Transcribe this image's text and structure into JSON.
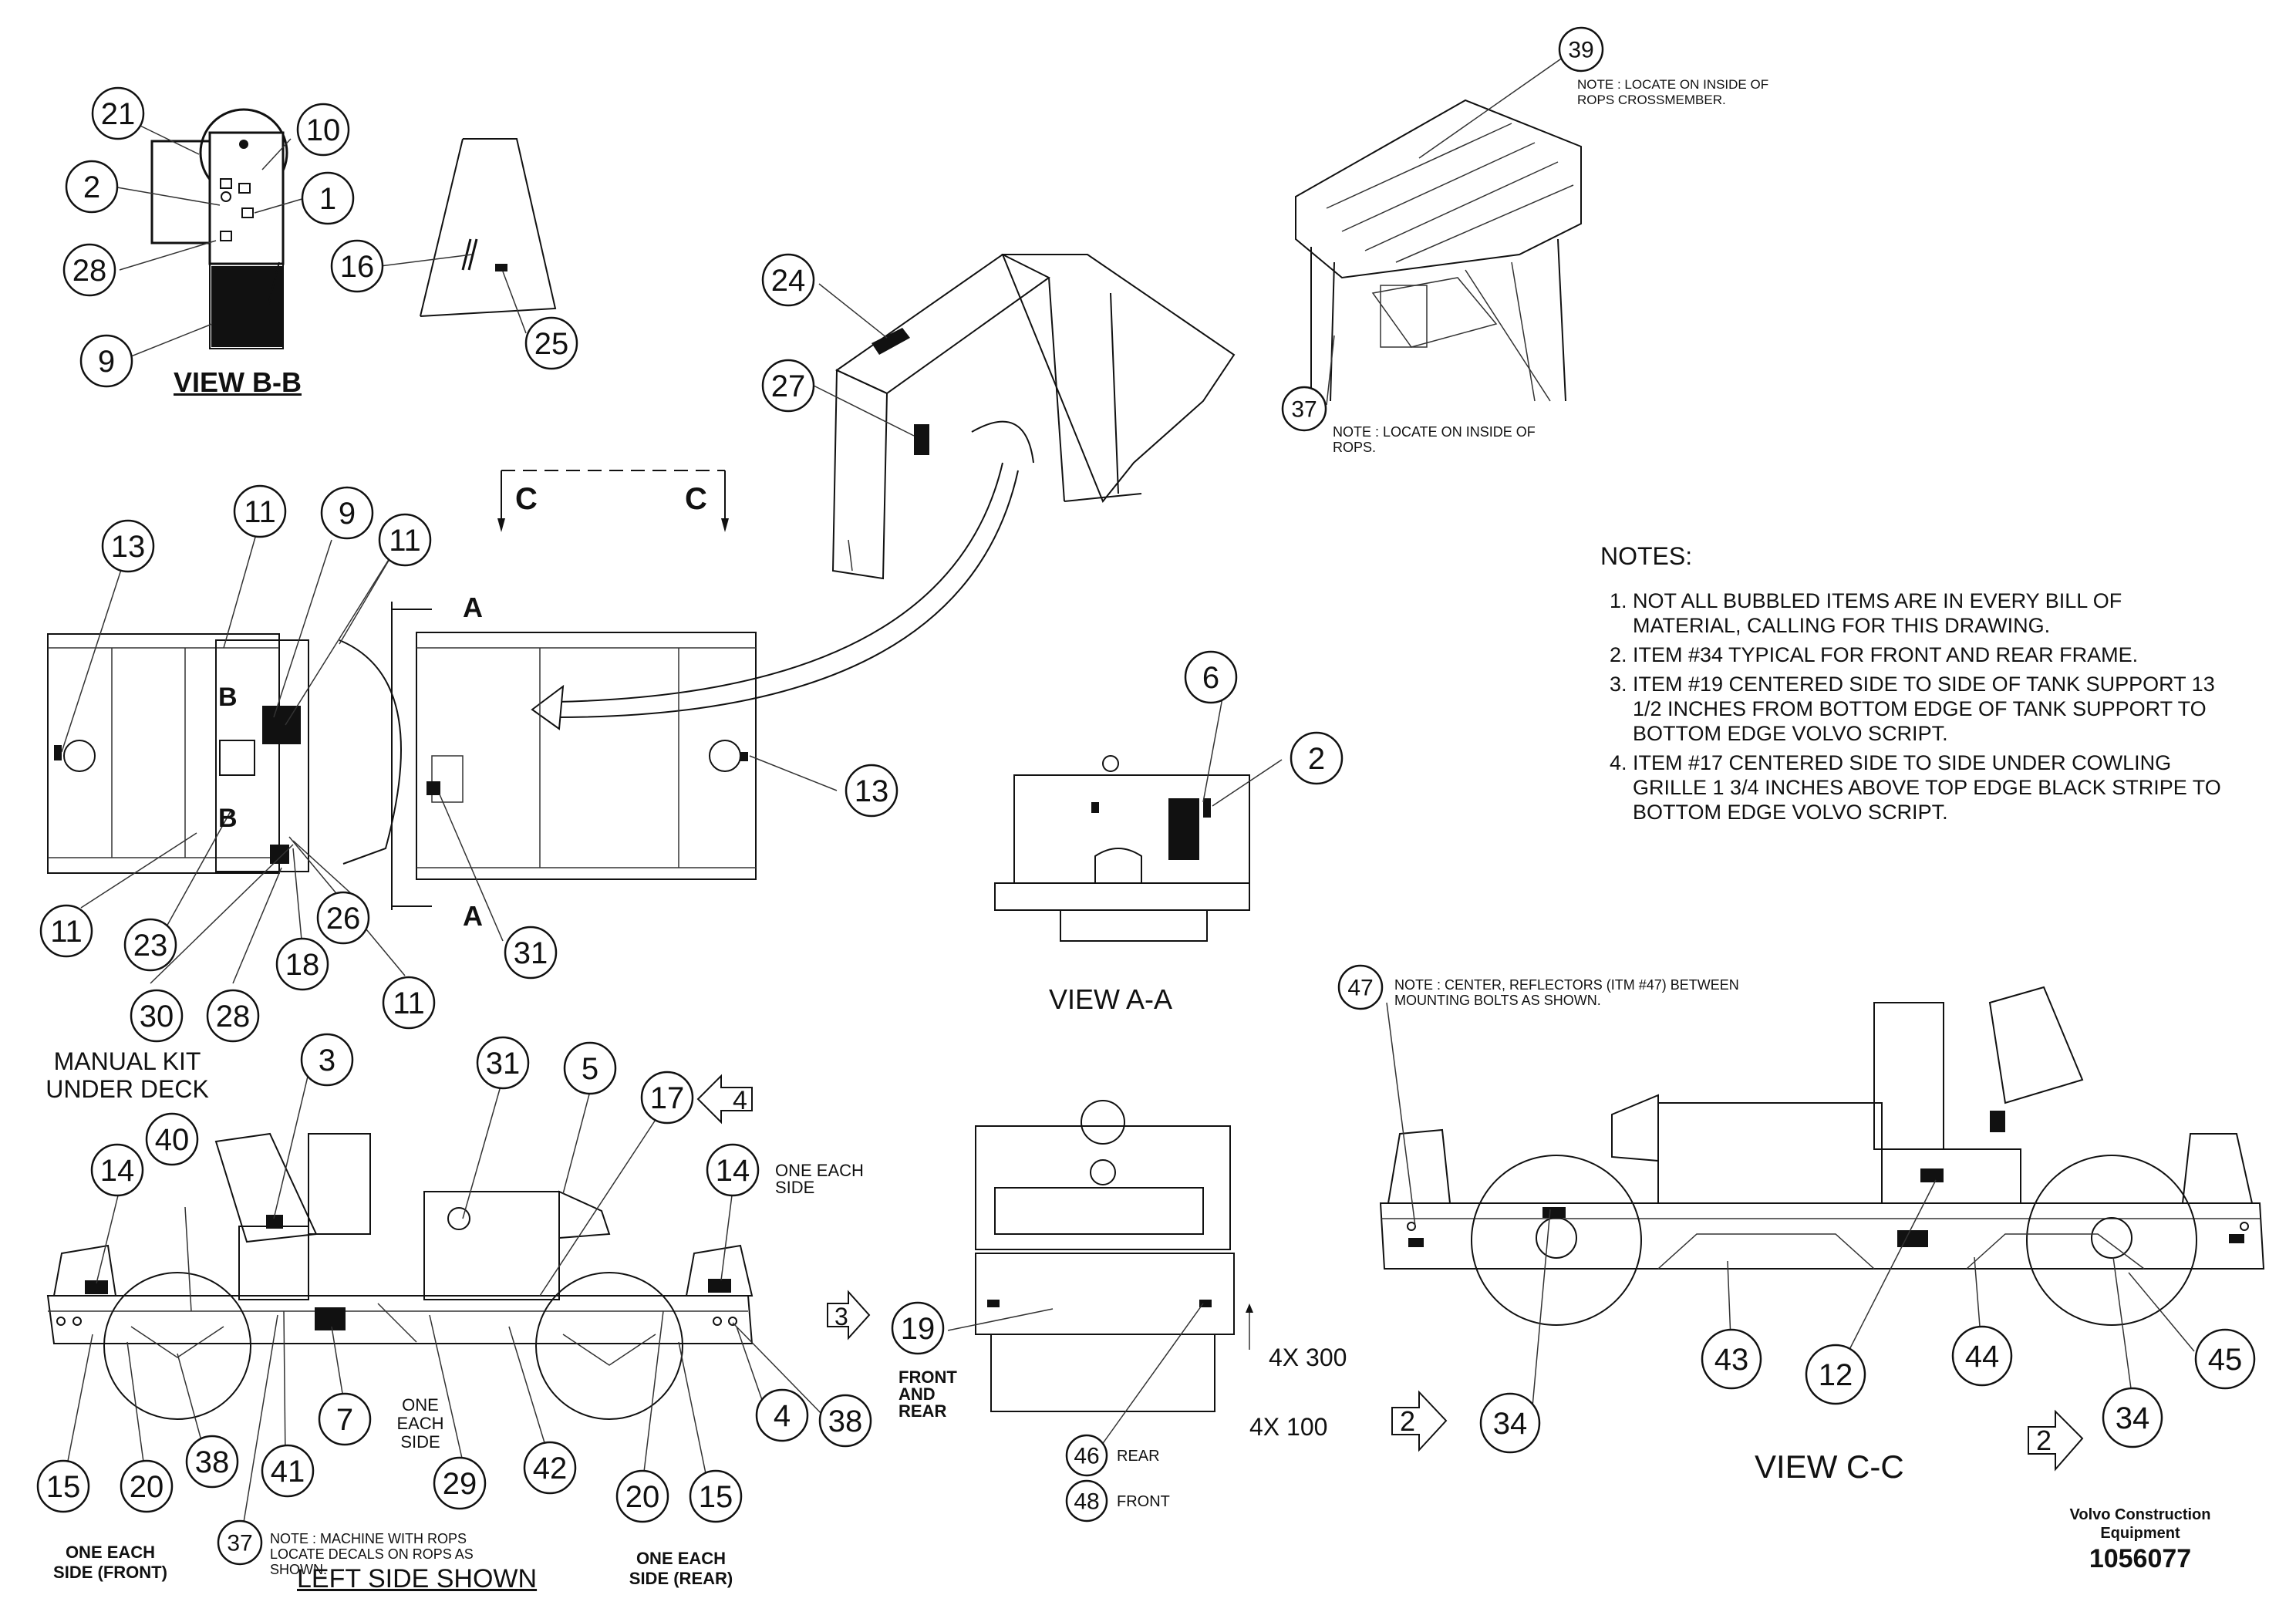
{
  "bubbles": [
    "39",
    "37",
    "21",
    "10",
    "2",
    "1",
    "28",
    "9",
    "16",
    "25",
    "24",
    "27",
    "13",
    "11",
    "9",
    "11",
    "13",
    "6",
    "2",
    "11",
    "23",
    "26",
    "31",
    "11",
    "30",
    "28",
    "18",
    "47",
    "3",
    "31",
    "5",
    "17",
    "14",
    "40",
    "14",
    "4",
    "7",
    "15",
    "20",
    "38",
    "41",
    "29",
    "42",
    "20",
    "15",
    "38",
    "19",
    "46",
    "48",
    "37",
    "34",
    "43",
    "12",
    "44",
    "45",
    "34"
  ],
  "views": {
    "view_bb": "VIEW B-B",
    "view_aa": "VIEW A-A",
    "view_cc": "VIEW C-C",
    "left_side": "LEFT SIDE SHOWN",
    "section_c": "C",
    "section_a": "A",
    "section_b": "B"
  },
  "notes": {
    "heading": "NOTES:",
    "items": [
      "NOT ALL BUBBLED ITEMS ARE IN EVERY BILL OF MATERIAL, CALLING FOR THIS DRAWING.",
      "ITEM #34 TYPICAL FOR FRONT AND REAR FRAME.",
      "ITEM #19 CENTERED SIDE TO SIDE OF TANK SUPPORT 13 1/2 INCHES FROM BOTTOM EDGE OF TANK SUPPORT TO BOTTOM EDGE VOLVO SCRIPT.",
      "ITEM #17 CENTERED SIDE TO SIDE UNDER COWLING GRILLE 1 3/4 INCHES ABOVE TOP EDGE BLACK STRIPE TO BOTTOM EDGE VOLVO SCRIPT."
    ]
  },
  "annotations": {
    "note_39": "NOTE : LOCATE ON INSIDE OF ROPS CROSSMEMBER.",
    "note_37_top": "NOTE : LOCATE ON INSIDE OF ROPS.",
    "note_47": "NOTE : CENTER, REFLECTORS (ITM #47) BETWEEN MOUNTING BOLTS AS SHOWN.",
    "note_37_bottom": "NOTE : MACHINE WITH ROPS LOCATE DECALS ON ROPS AS SHOWN.",
    "manual_kit": "MANUAL KIT UNDER DECK",
    "one_each_side": "ONE EACH SIDE",
    "one_each_side_front": "ONE EACH SIDE (FRONT)",
    "one_each_side_rear": "ONE EACH SIDE (REAR)",
    "front_and_rear": "FRONT AND REAR",
    "dim_300": "4X 300",
    "dim_100": "4X 100",
    "rear": "REAR",
    "front": "FRONT",
    "flag_4": "4",
    "flag_3": "3",
    "flag_2": "2"
  },
  "title_block": {
    "company": "Volvo Construction Equipment",
    "number": "1056077"
  }
}
